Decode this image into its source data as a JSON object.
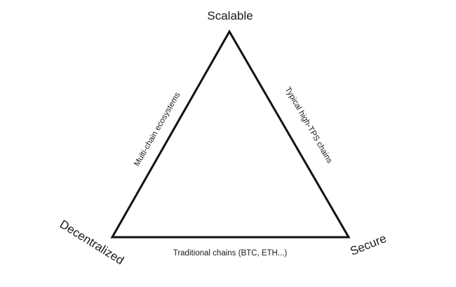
{
  "vertices": {
    "top": "Scalable",
    "bottom_left": "Decentralized",
    "bottom_right": "Secure"
  },
  "edges": {
    "left": "Multi-chain ecosystems",
    "right": "Typical high-TPS chains",
    "bottom": "Traditional chains (BTC, ETH...)"
  },
  "colors": {
    "line": "#111111",
    "text": "#1a1a1a",
    "background": "#ffffff"
  }
}
